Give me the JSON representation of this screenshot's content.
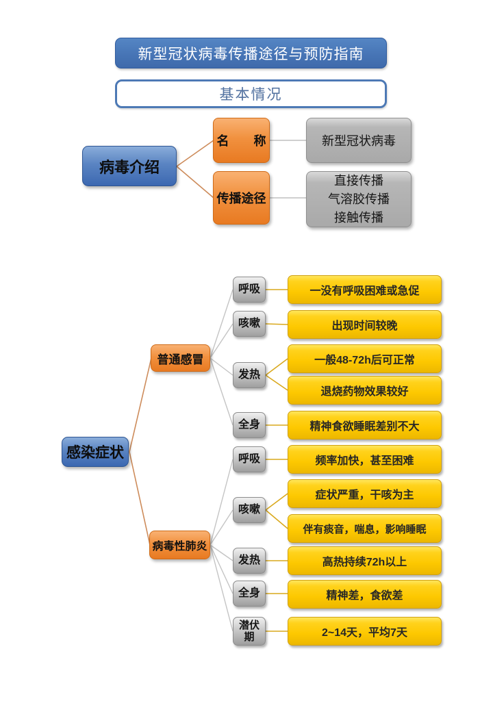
{
  "page": {
    "title": "新型冠状病毒传播途径与预防指南",
    "section_header": "基本情况"
  },
  "intro": {
    "root_label": "病毒介绍",
    "name_label": "名　　称",
    "name_value": "新型冠状病毒",
    "route_label": "传播途径",
    "route_values": [
      "直接传播",
      "气溶胶传播",
      "接触传播"
    ]
  },
  "symptoms": {
    "root_label": "感染症状",
    "cold": {
      "label": "普通感冒",
      "items": [
        {
          "symptom": "呼吸",
          "notes": [
            "一没有呼吸困难或急促"
          ]
        },
        {
          "symptom": "咳嗽",
          "notes": [
            "出现时间较晚"
          ]
        },
        {
          "symptom": "发热",
          "notes": [
            "一般48-72h后可正常",
            "退烧药物效果较好"
          ]
        },
        {
          "symptom": "全身",
          "notes": [
            "精神食欲睡眠差别不大"
          ]
        }
      ]
    },
    "pneumonia": {
      "label": "病毒性肺炎",
      "items": [
        {
          "symptom": "呼吸",
          "notes": [
            "频率加快，甚至困难"
          ]
        },
        {
          "symptom": "咳嗽",
          "notes": [
            "症状严重，干咳为主",
            "伴有痰音，喘息，影响睡眠"
          ]
        },
        {
          "symptom": "发热",
          "notes": [
            "高热持续72h以上"
          ]
        },
        {
          "symptom": "全身",
          "notes": [
            "精神差，食欲差"
          ]
        },
        {
          "symptom": "潜伏期",
          "notes": [
            "2~14天，平均7天"
          ]
        }
      ]
    }
  },
  "colors": {
    "accent_blue": "#4a77bb",
    "accent_orange": "#ef8432",
    "accent_yellow": "#ffcc00",
    "accent_gray": "#ababab",
    "line_tan": "#cd8b5a",
    "line_gray": "#bfbfbf",
    "line_gold": "#d9a81c"
  }
}
